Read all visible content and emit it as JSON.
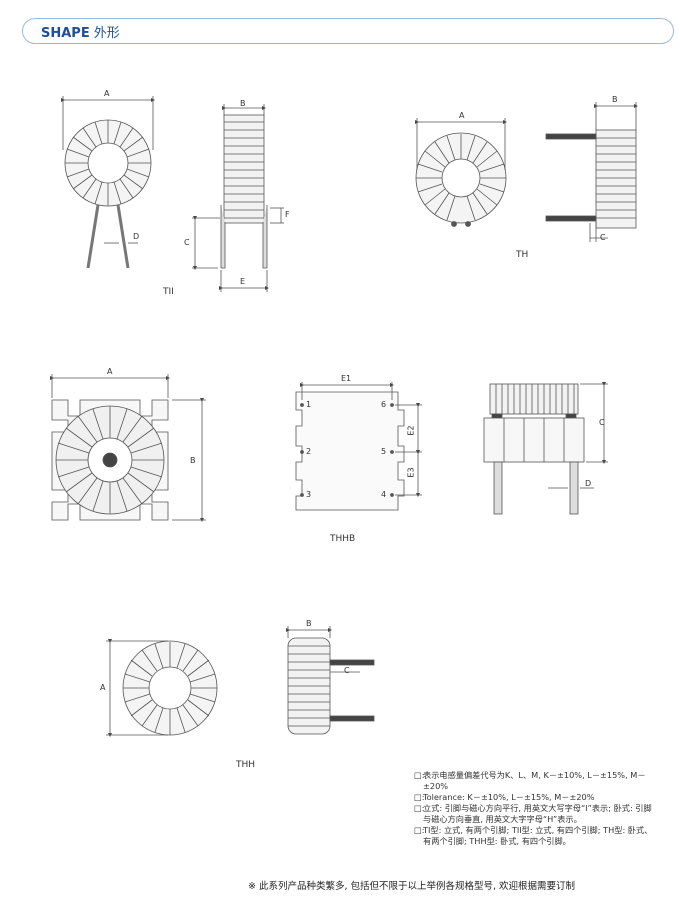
{
  "header": {
    "title_en": "SHAPE",
    "title_cn": "外形"
  },
  "labels": {
    "tii": {
      "a": "A",
      "b": "B",
      "c": "C",
      "d": "D",
      "e": "E",
      "f": "F",
      "caption": "TII"
    },
    "th": {
      "a": "A",
      "b": "B",
      "c": "C",
      "caption": "TH"
    },
    "thhb": {
      "a": "A",
      "b": "B",
      "e1": "E1",
      "e2": "E2",
      "e3": "E3",
      "c": "C",
      "d": "D",
      "pins": [
        "1",
        "2",
        "3",
        "4",
        "5",
        "6"
      ],
      "caption": "THHB"
    },
    "thh": {
      "a": "A",
      "b": "B",
      "c": "C",
      "caption": "THH"
    }
  },
  "notes": [
    {
      "box": "□:",
      "text": "表示电感量偏差代号为K、L、M, K－±10%, L－±15%, M－±20%"
    },
    {
      "box": "□:",
      "text": "Tolerance: K－±10%, L－±15%, M－±20%"
    },
    {
      "box": "□:",
      "text": "立式: 引脚与磁心方向平行, 用英文大写字母“I”表示; 卧式: 引脚与磁心方向垂直, 用英文大字字母“H”表示。"
    },
    {
      "box": "□:",
      "text": "TI型: 立式, 有两个引脚; TII型: 立式, 有四个引脚; TH型: 卧式、有两个引脚; THH型: 卧式, 有四个引脚。"
    }
  ],
  "footer": "※ 此系列产品种类繁多, 包括但不限于以上举例各规格型号, 欢迎根据需要订制"
}
